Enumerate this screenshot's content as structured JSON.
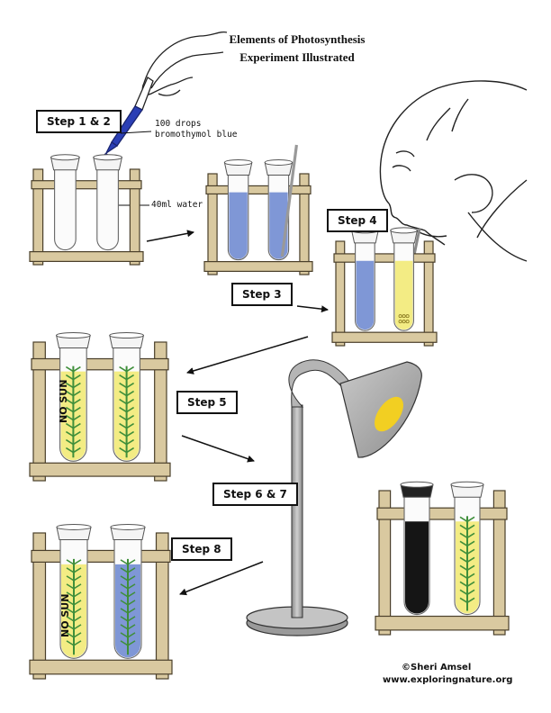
{
  "title": {
    "line1": "Elements of Photosynthesis",
    "line2": "Experiment Illustrated"
  },
  "steps": {
    "step_1_2": "Step 1 & 2",
    "step_3": "Step 3",
    "step_4": "Step 4",
    "step_5": "Step 5",
    "step_6_7": "Step 6 & 7",
    "step_8": "Step 8"
  },
  "notes": {
    "drops_line1": "100 drops",
    "drops_line2": "bromothymol blue",
    "water": "40ml water"
  },
  "tube_labels": {
    "no_sun": "NO SUN"
  },
  "credit": {
    "author": "©Sheri Amsel",
    "website": "www.exploringnature.org"
  },
  "colors": {
    "wood": "#d9c9a0",
    "wood_outline": "#4a3f2a",
    "blue_solution": "#7f97d6",
    "yellow_solution": "#f3ec84",
    "black_solution": "#151515",
    "plant_green": "#3f8f3a",
    "lamp_gray": "#a7a7a7",
    "lamp_light": "#f2cf22"
  }
}
